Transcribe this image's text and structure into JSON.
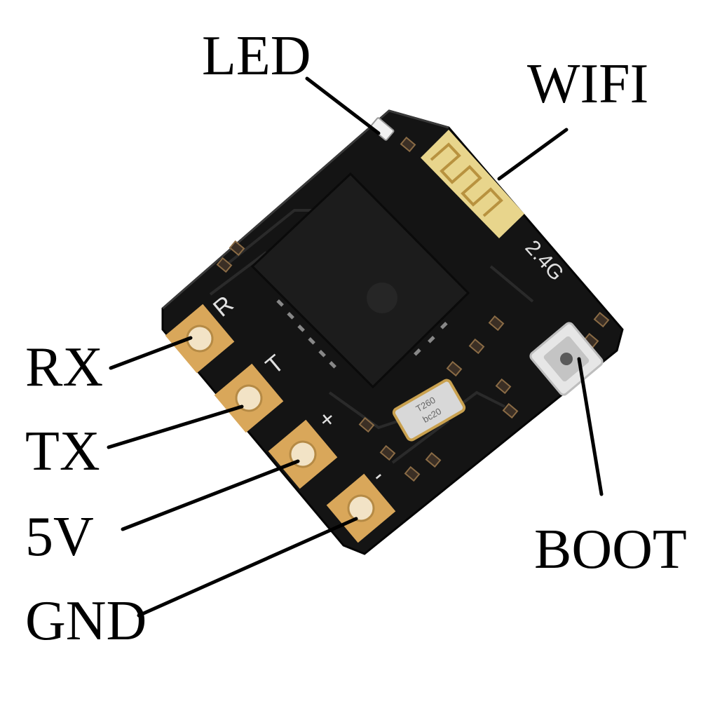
{
  "labels": {
    "led": "LED",
    "wifi": "WIFI",
    "rx": "RX",
    "tx": "TX",
    "v5": "5V",
    "gnd": "GND",
    "boot": "BOOT"
  },
  "silkscreen": {
    "r": "R",
    "t": "T",
    "plus": "+",
    "minus": "-",
    "freq": "2.4G",
    "crystal_top": "T260",
    "crystal_bottom": "bc20"
  },
  "colors": {
    "background": "#ffffff",
    "pcb": "#141414",
    "gold": "#d9a75a",
    "antenna": "#e8d58c",
    "chip": "#1c1c1c",
    "leader": "#000000"
  }
}
